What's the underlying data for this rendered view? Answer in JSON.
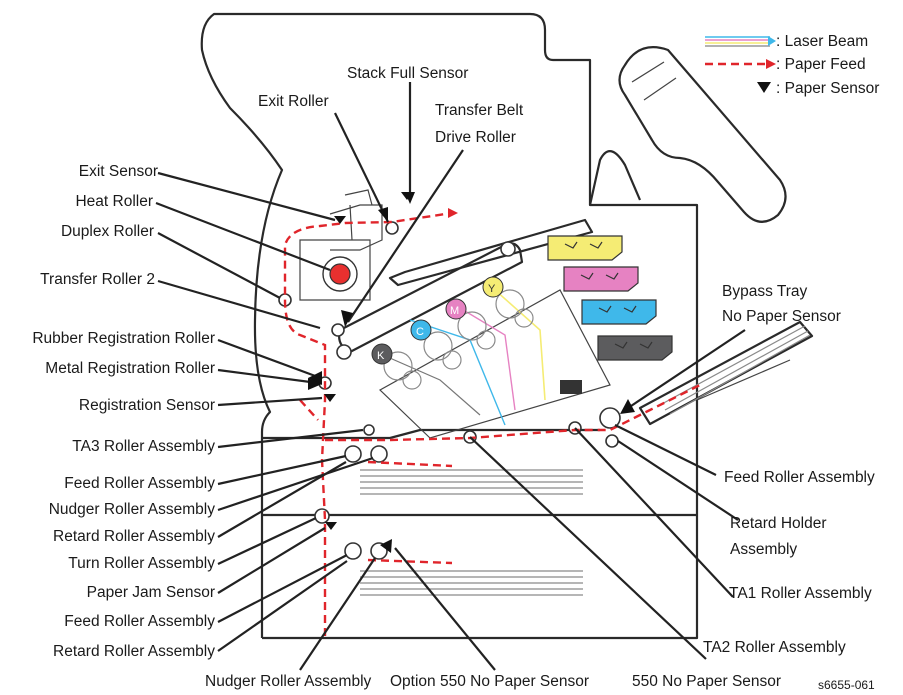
{
  "legend": {
    "laser_beam": ": Laser Beam",
    "paper_feed": ": Paper Feed",
    "paper_sensor": ": Paper Sensor"
  },
  "labels": {
    "stack_full_sensor": "Stack Full Sensor",
    "exit_roller": "Exit Roller",
    "transfer_belt_1": "Transfer Belt",
    "transfer_belt_2": "Drive Roller",
    "exit_sensor": "Exit Sensor",
    "heat_roller": "Heat Roller",
    "duplex_roller": "Duplex Roller",
    "transfer_roller_2": "Transfer Roller 2",
    "rubber_registration_roller": "Rubber Registration Roller",
    "metal_registration_roller": "Metal Registration Roller",
    "registration_sensor": "Registration Sensor",
    "ta3_roller_assembly": "TA3 Roller Assembly",
    "feed_roller_assembly_1": "Feed Roller Assembly",
    "nudger_roller_assembly_1": "Nudger Roller Assembly",
    "retard_roller_assembly_1": "Retard Roller Assembly",
    "turn_roller_assembly": "Turn Roller Assembly",
    "paper_jam_sensor": "Paper Jam Sensor",
    "feed_roller_assembly_2": "Feed Roller Assembly",
    "retard_roller_assembly_2": "Retard Roller Assembly",
    "nudger_roller_assembly_2": "Nudger Roller Assembly",
    "option_550_no_paper_sensor": "Option 550 No Paper Sensor",
    "no_paper_sensor_550": "550 No Paper Sensor",
    "bypass_tray_1": "Bypass Tray",
    "bypass_tray_2": "No Paper Sensor",
    "feed_roller_assembly_right": "Feed Roller Assembly",
    "retard_holder_1": "Retard Holder",
    "retard_holder_2": "Assembly",
    "ta1_roller_assembly": "TA1 Roller Assembly",
    "ta2_roller_assembly": "TA2 Roller Assembly"
  },
  "toner": {
    "yellow": "Y",
    "magenta": "M",
    "cyan": "C",
    "black": "K"
  },
  "colors": {
    "yellow": "#f5ec74",
    "magenta": "#e682c2",
    "cyan": "#3fb8ea",
    "black": "#5c5c5e",
    "paper_feed": "#e0252b",
    "heat_roller": "#e8302f"
  },
  "figure_code": "s6655-061"
}
